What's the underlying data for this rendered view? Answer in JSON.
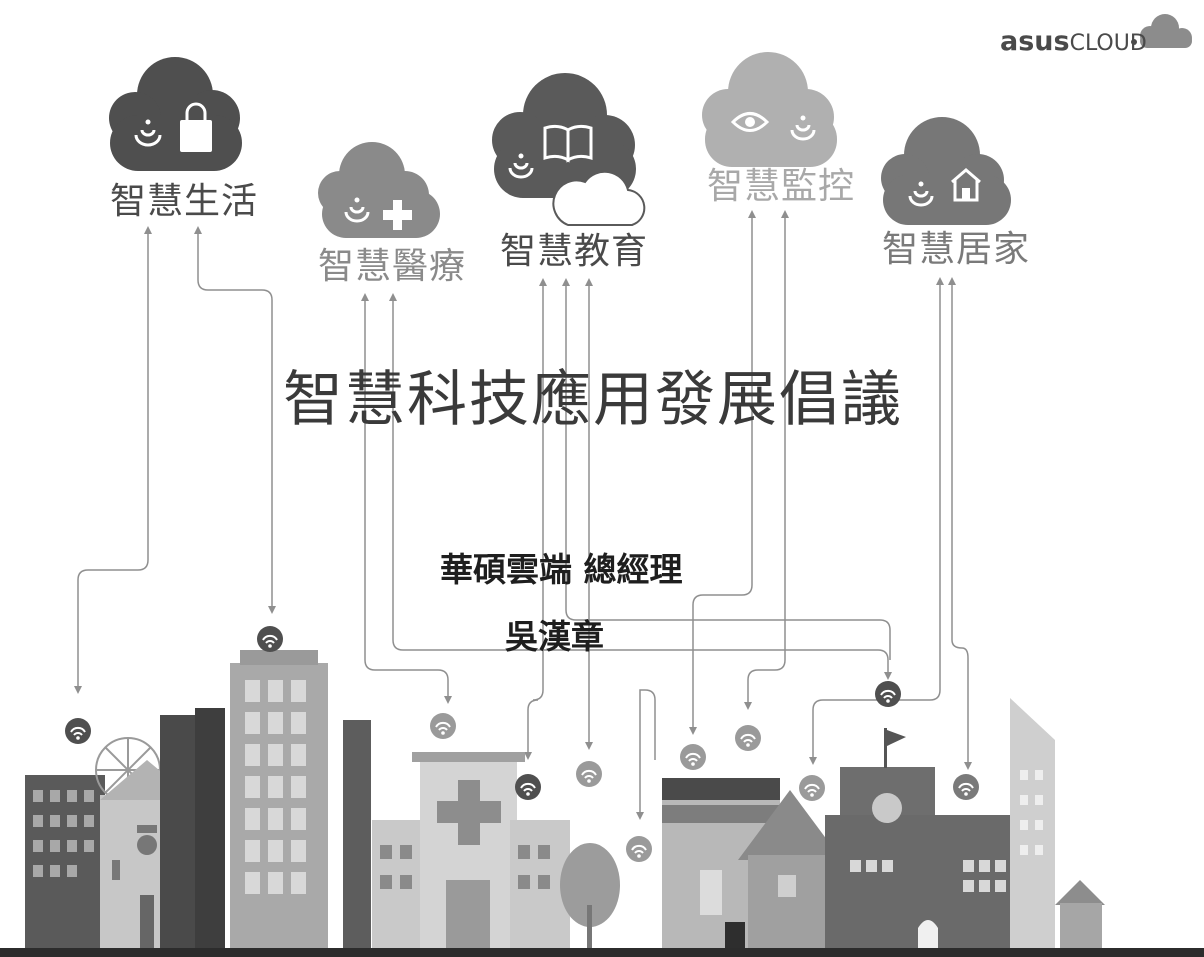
{
  "logo": {
    "brand_bold": "asus",
    "brand_light": "CLOUD"
  },
  "clouds": [
    {
      "label": "智慧生活",
      "icon": "shopping-bag-icon"
    },
    {
      "label": "智慧醫療",
      "icon": "medical-cross-icon"
    },
    {
      "label": "智慧教育",
      "icon": "book-icon"
    },
    {
      "label": "智慧監控",
      "icon": "eye-icon"
    },
    {
      "label": "智慧居家",
      "icon": "house-icon"
    }
  ],
  "title": "智慧科技應用發展倡議",
  "speaker": {
    "org_title": "華碩雲端 總經理",
    "name": "吳漢章"
  },
  "colors": {
    "dark": "#4f4f4f",
    "mid": "#7a7a7a",
    "light": "#9c9c9c",
    "line": "#8a8a8a",
    "building": "#b5b5b5"
  }
}
